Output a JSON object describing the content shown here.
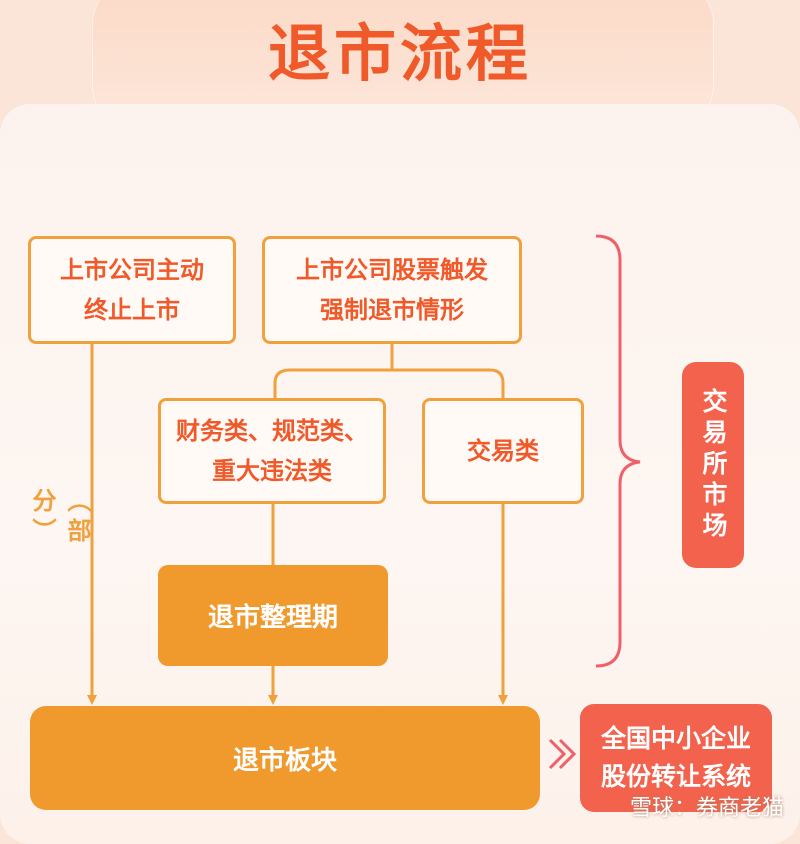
{
  "title": "退市流程",
  "nodes": {
    "voluntary": "上市公司主动\n终止上市",
    "forced": "上市公司股票触发\n强制退市情形",
    "financial": "财务类、规范类、\n重大违法类",
    "trading": "交易类",
    "consolidation": "退市整理期",
    "delisting_board": "退市板块",
    "neeq": "全国中小企业\n股份转让系统"
  },
  "side_label": "交易所市场",
  "partial_label": "（部分）",
  "watermark": "雪球：券商老猫",
  "colors": {
    "accent": "#f05a2a",
    "border": "#f0a03c",
    "solid": "#f09a2e",
    "red": "#f2624c"
  }
}
